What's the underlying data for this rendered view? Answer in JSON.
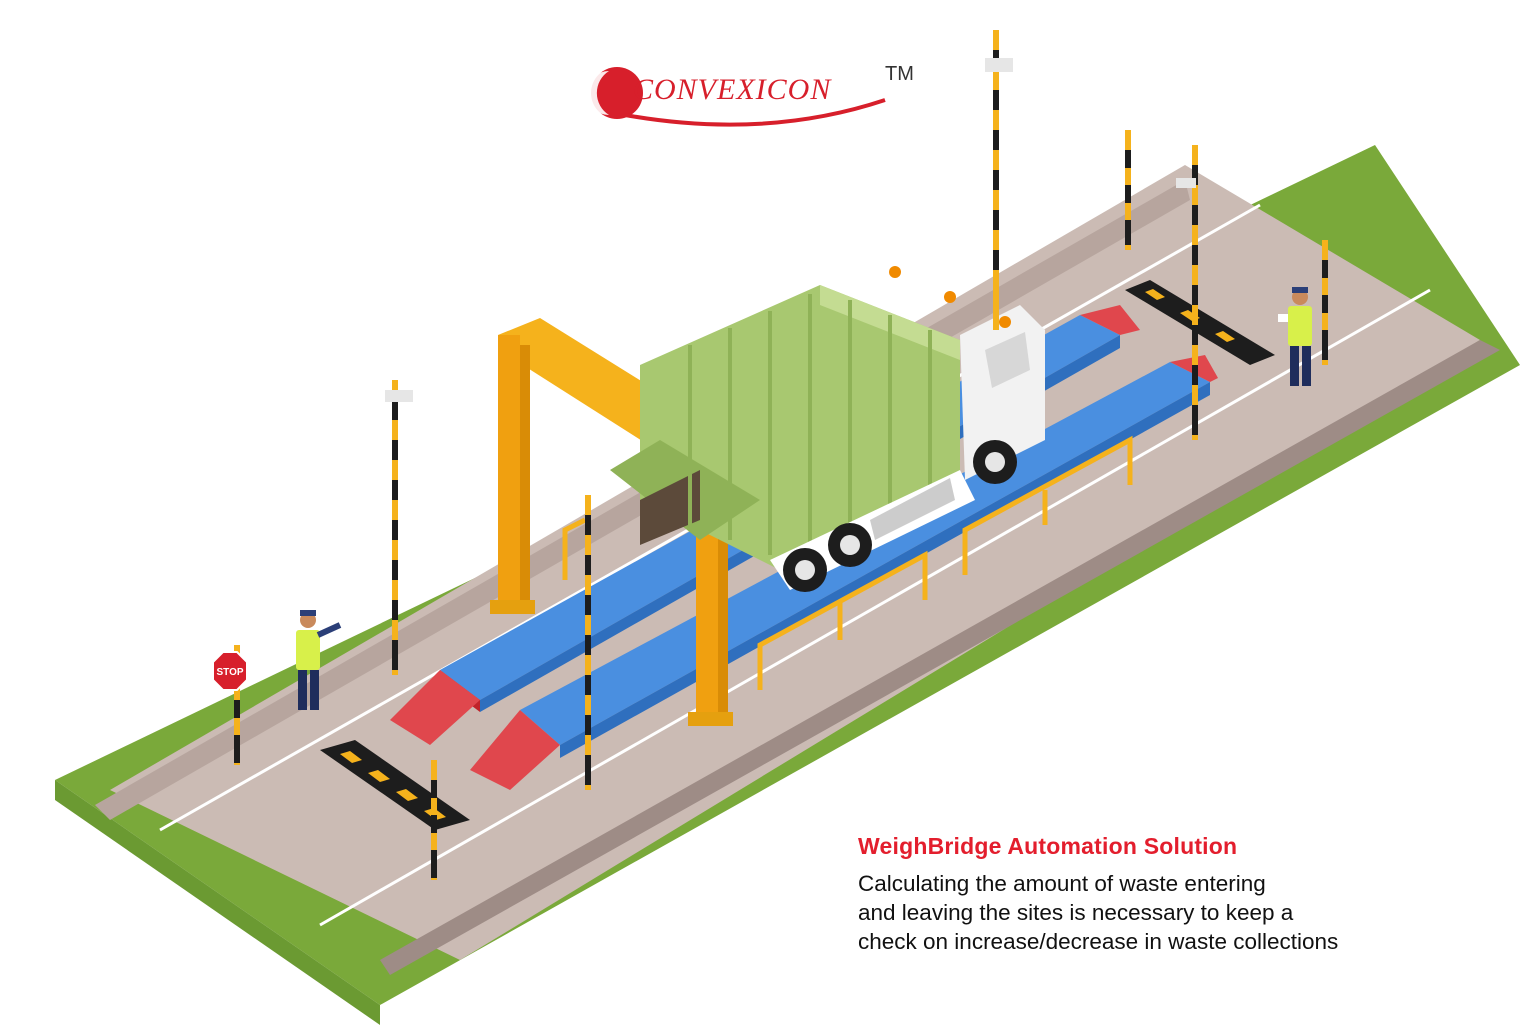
{
  "brand": {
    "name": "CONVEXICON",
    "trademark": "TM",
    "colors": {
      "primary": "#d71f2b",
      "swoosh": "#d71f2b"
    }
  },
  "caption": {
    "title": "WeighBridge Automation Solution",
    "lines": [
      "Calculating the amount of waste entering",
      "and leaving the sites is necessary to keep a",
      "check on increase/decrease in waste collections"
    ]
  },
  "scene": {
    "sign_text": "STOP",
    "colors": {
      "grass": "#8cc04b",
      "road": "#cbbbb4",
      "platform": "#4a8fe0",
      "ramp": "#e0474d",
      "gantry": "#f5b21c",
      "truck_body": "#a8c870"
    }
  }
}
